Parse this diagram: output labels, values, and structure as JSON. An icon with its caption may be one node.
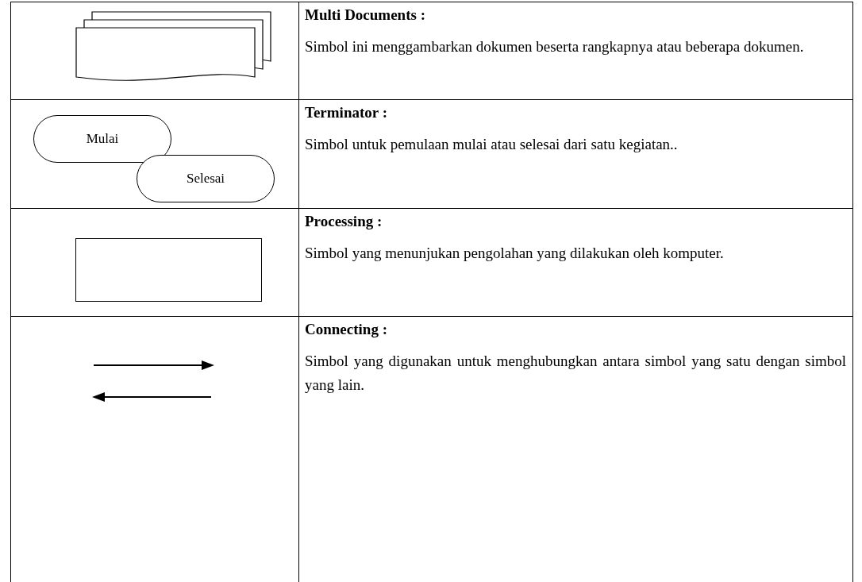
{
  "diagram": {
    "nodes": [
      {
        "text": [],
        "shape": "document"
      },
      {
        "text": [
          "Mulai"
        ]
      },
      {
        "text": [
          "Selesai"
        ]
      },
      {
        "text": [],
        "shape": "box"
      }
    ],
    "labels": [
      "Multi Documents :",
      "Simbol ini menggambarkan dokumen beserta rangkapnya atau beberapa dokumen.",
      "Terminator :",
      "Simbol untuk pemulaan mulai atau selesai dari satu kegiatan..",
      "Processing :",
      "Simbol yang menunjukan pengolahan yang dilakukan oleh komputer.",
      "Connecting :",
      "Simbol yang digunakan untuk menghubungkan antara simbol yang satu dengan simbol yang lain."
    ]
  }
}
